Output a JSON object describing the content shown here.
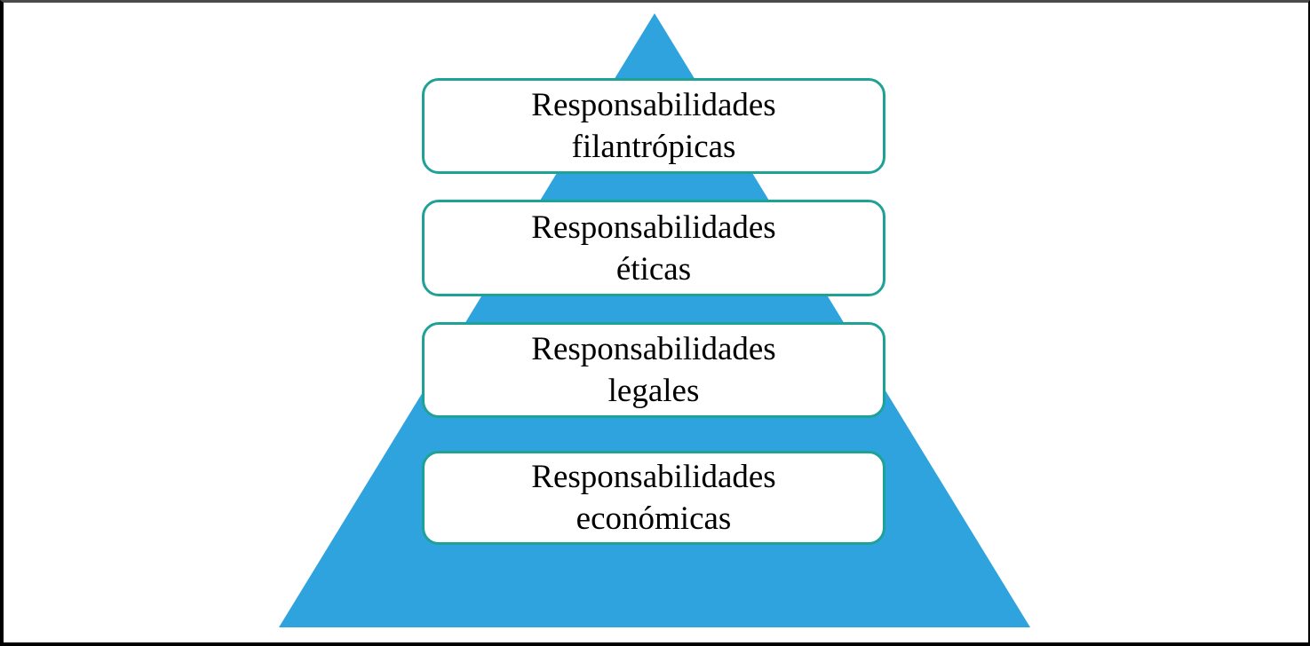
{
  "diagram": {
    "type": "pyramid",
    "levels": [
      {
        "id": "filantropicas",
        "lines": [
          "Responsabilidades",
          "filantrópicas"
        ]
      },
      {
        "id": "eticas",
        "lines": [
          "Responsabilidades",
          "éticas"
        ]
      },
      {
        "id": "legales",
        "lines": [
          "Responsabilidades",
          "legales"
        ]
      },
      {
        "id": "economicas",
        "lines": [
          "Responsabilidades",
          "económicas"
        ]
      }
    ],
    "colors": {
      "pyramid_fill": "#2FA3DD",
      "box_border": "#1EA295",
      "box_fill": "#FFFFFF",
      "text": "#000000",
      "frame_border": "#000000"
    }
  }
}
